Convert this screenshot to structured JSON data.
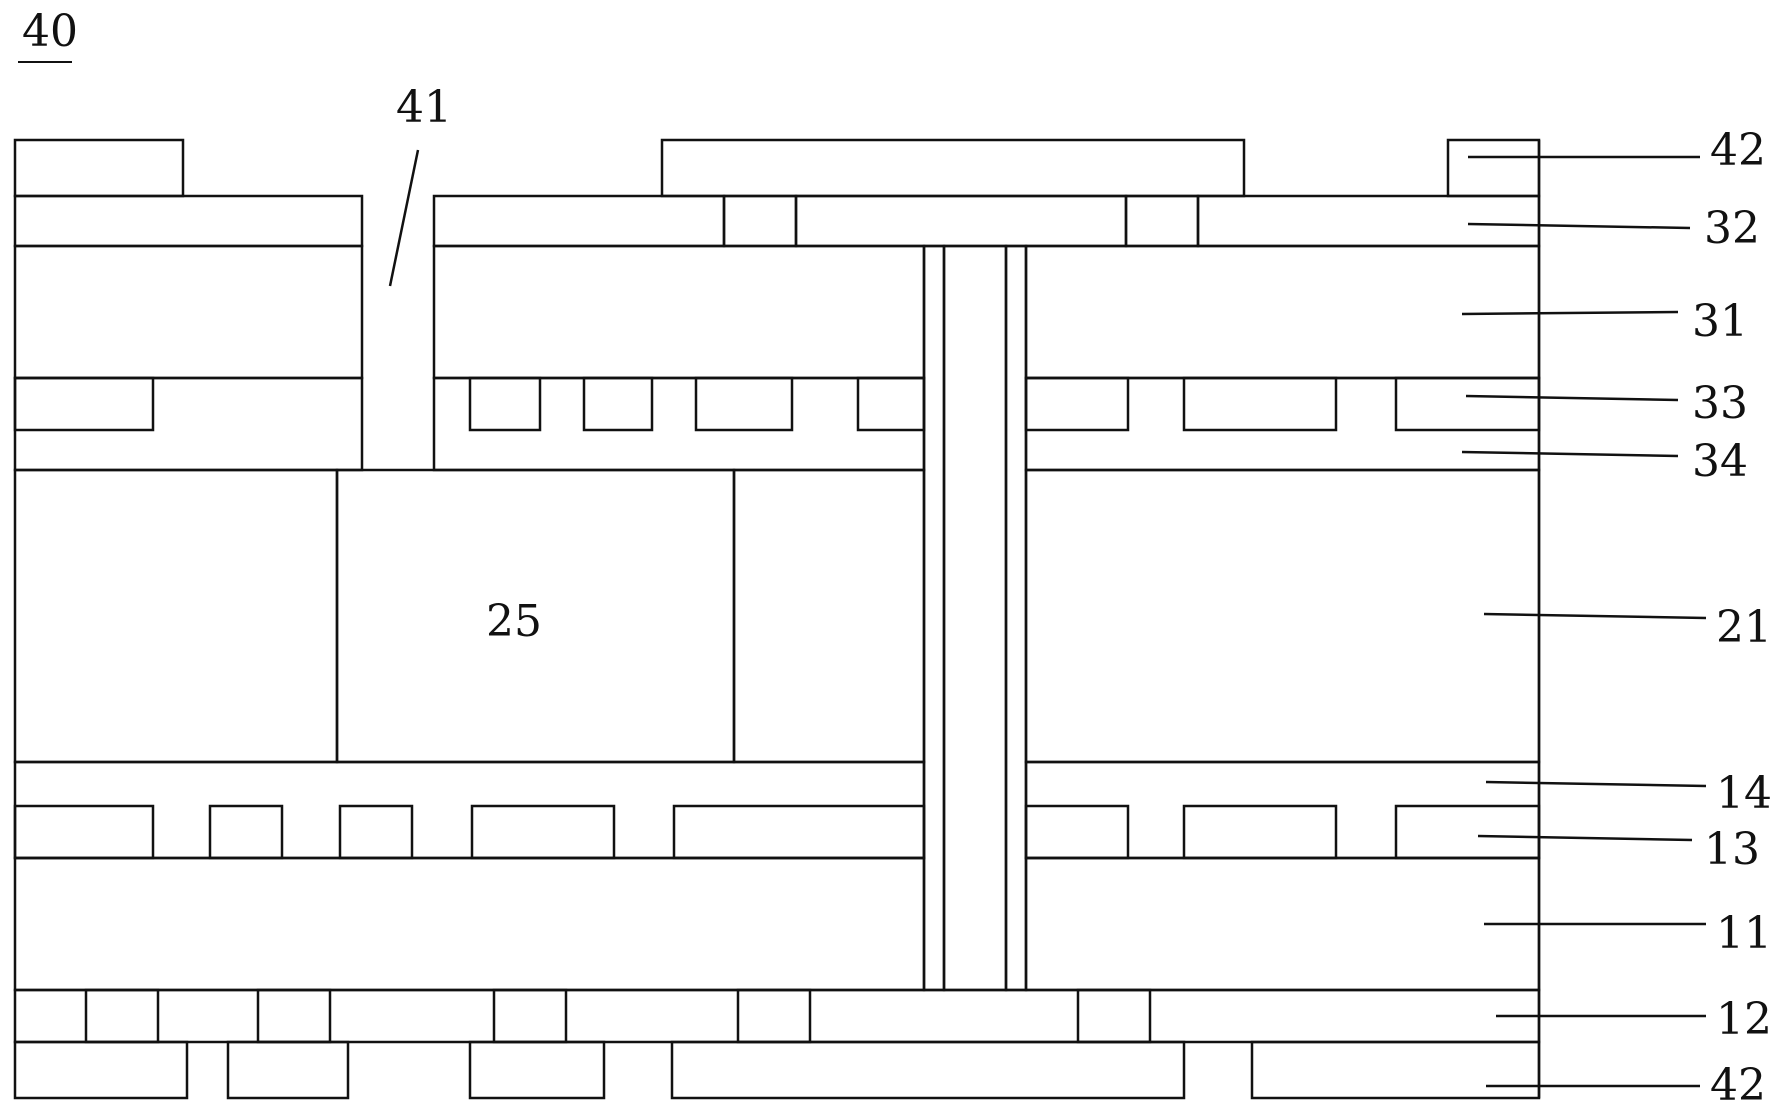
{
  "figure": {
    "title": "40",
    "labels": {
      "via_opening": "41",
      "cavity": "25",
      "solder_mask": "42",
      "top_copper": "32",
      "top_core": "31",
      "top_inner_copper": "33",
      "top_bond_layer": "34",
      "middle_core": "21",
      "bottom_bond_layer": "14",
      "bottom_inner_copper": "13",
      "bottom_core": "11",
      "bottom_copper": "12",
      "solder_mask_bottom": "42"
    }
  }
}
